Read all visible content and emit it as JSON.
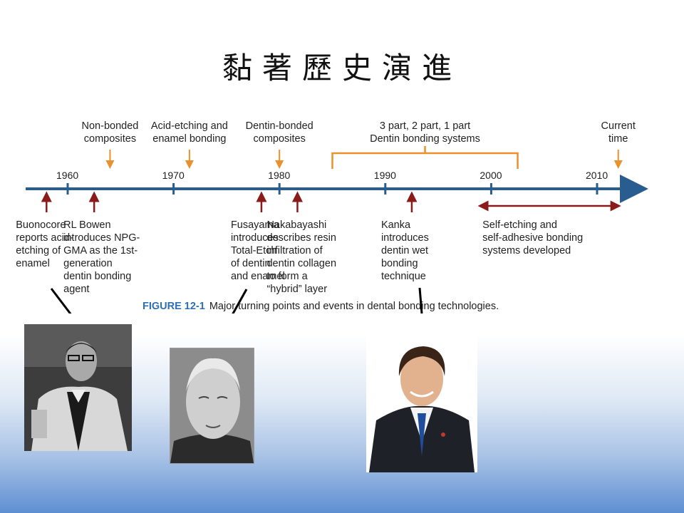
{
  "title": "黏著歷史演進",
  "years": [
    {
      "label": "1960",
      "value": 1960
    },
    {
      "label": "1970",
      "value": 1970
    },
    {
      "label": "1980",
      "value": 1980
    },
    {
      "label": "1990",
      "value": 1990
    },
    {
      "label": "2000",
      "value": 2000
    },
    {
      "label": "2010",
      "value": 2010
    }
  ],
  "top_events": [
    {
      "lines": [
        "Non-bonded",
        "composites"
      ],
      "year": 1964
    },
    {
      "lines": [
        "Acid-etching and",
        "enamel bonding"
      ],
      "year": 1971.5
    },
    {
      "lines": [
        "Dentin-bonded",
        "composites"
      ],
      "year": 1980
    },
    {
      "lines": [
        "3 part, 2 part, 1 part",
        "Dentin bonding systems"
      ],
      "year_start": 1985,
      "year_end": 2002.5,
      "type": "range"
    },
    {
      "lines": [
        "Current",
        "time"
      ],
      "year": 2012
    }
  ],
  "bottom_events": [
    {
      "lines": [
        "Buonocore",
        "reports acid-",
        "etching of",
        "enamel"
      ],
      "year": 1958
    },
    {
      "lines": [
        "RL Bowen",
        "introduces NPG-",
        "GMA as the 1st-",
        "generation",
        "dentin bonding",
        "agent"
      ],
      "year": 1962.5
    },
    {
      "lines": [
        "Fusayama",
        "introduces",
        "Total-Etch",
        "of dentin",
        "and enamel"
      ],
      "year": 1978.3
    },
    {
      "lines": [
        "Nakabayashi",
        "describes resin",
        "infiltration of",
        "dentin collagen",
        "to form a",
        "“hybrid” layer"
      ],
      "year": 1981.7
    },
    {
      "lines": [
        "Kanka",
        "introduces",
        "dentin wet",
        "bonding",
        "technique"
      ],
      "year": 1992.5
    },
    {
      "lines": [
        "Self-etching and",
        "self-adhesive bonding",
        "systems developed"
      ],
      "year_start": 1998.5,
      "year_end": 2012.5,
      "type": "range"
    }
  ],
  "caption": {
    "figure": "FIGURE 12-1",
    "text": "Major turning points and events in dental bonding technologies."
  },
  "photos": [
    {
      "subject": "Buonocore"
    },
    {
      "subject": "Fusayama"
    },
    {
      "subject": "Kanka"
    }
  ],
  "colors": {
    "axis": "#2a5d8f",
    "top_arrow": "#e8912d",
    "bottom_arrow": "#8b1a1a"
  }
}
